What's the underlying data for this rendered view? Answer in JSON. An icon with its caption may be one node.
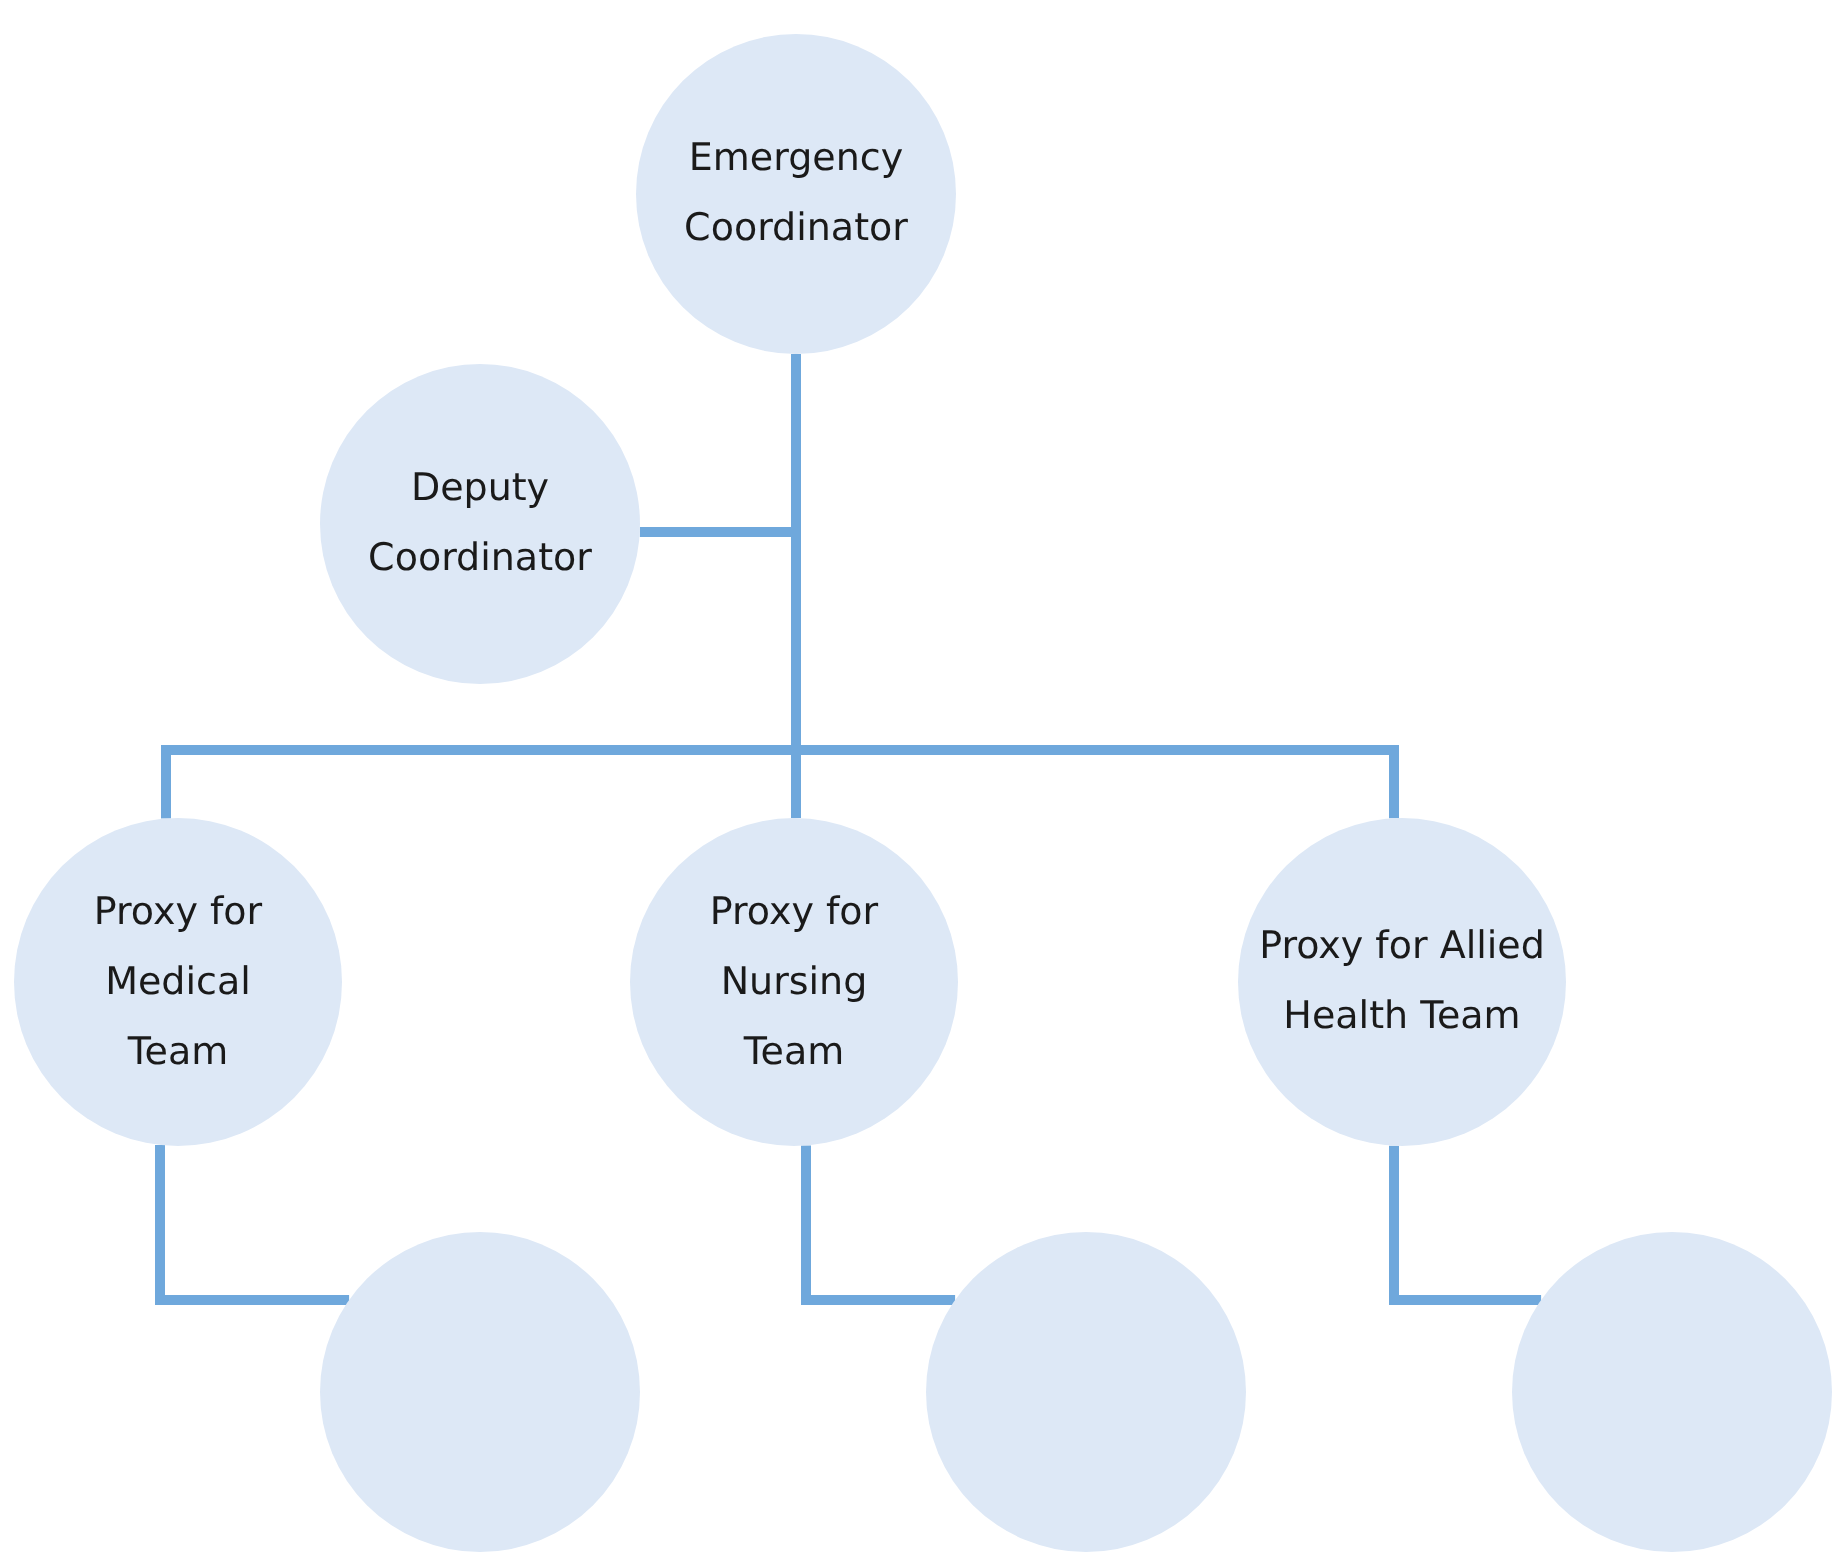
{
  "diagram": {
    "nodes": [
      {
        "text": [
          "Emergency Coordinator"
        ]
      },
      {
        "text": [
          "Deputy Coordinator"
        ]
      },
      {
        "text": [
          "Proxy for Medical Team"
        ]
      },
      {
        "text": [
          "Proxy for Nursing Team"
        ]
      },
      {
        "text": [
          "Proxy for Allied Health Team"
        ]
      },
      {
        "text": [],
        "shape": "circle"
      },
      {
        "text": [],
        "shape": "circle"
      },
      {
        "text": [],
        "shape": "circle"
      }
    ],
    "edges": [
      {
        "from": 0,
        "to": 1,
        "arrow": "none"
      },
      {
        "from": 0,
        "to": 2,
        "arrow": "none"
      },
      {
        "from": 0,
        "to": 3,
        "arrow": "none"
      },
      {
        "from": 0,
        "to": 4,
        "arrow": "none"
      },
      {
        "from": 2,
        "to": 5,
        "arrow": "none"
      },
      {
        "from": 3,
        "to": 6,
        "arrow": "none"
      },
      {
        "from": 4,
        "to": 7,
        "arrow": "none"
      }
    ]
  }
}
